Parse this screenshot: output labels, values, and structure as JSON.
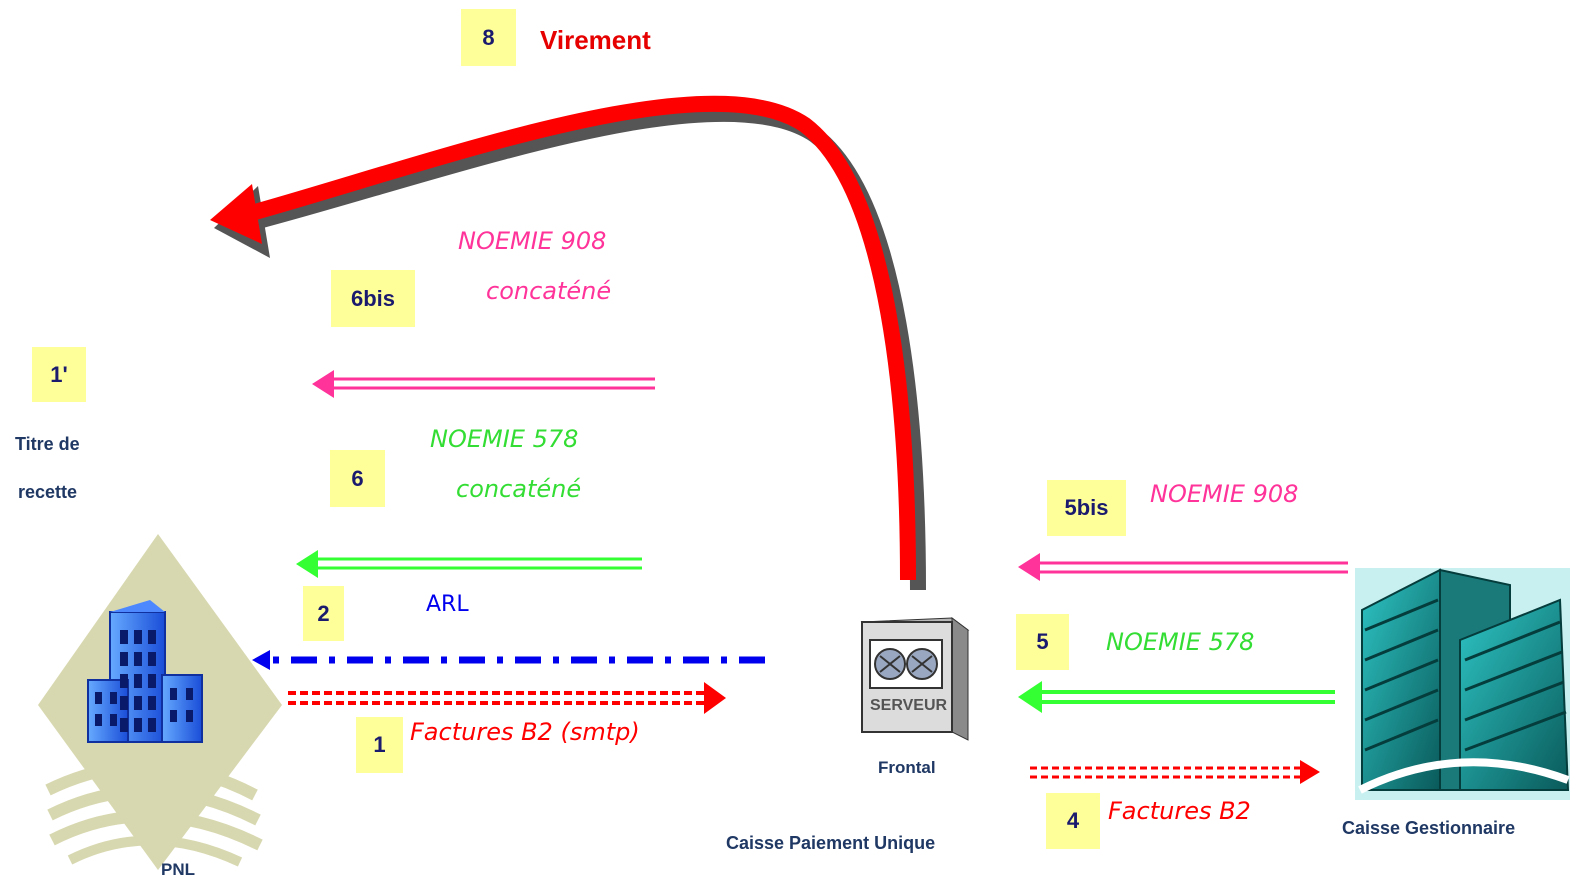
{
  "colors": {
    "badge_bg": "#ffff99",
    "badge_text": "#1a1a6e",
    "pink": "#ff3399",
    "green": "#33ff33",
    "blue": "#0000ee",
    "red": "#ff0000",
    "label_dark": "#1f3864"
  },
  "badges": {
    "b8": "8",
    "b6bis": "6bis",
    "b1prime": "1'",
    "b6": "6",
    "b5bis": "5bis",
    "b2": "2",
    "b5": "5",
    "b1": "1",
    "b4": "4"
  },
  "labels": {
    "virement": "Virement",
    "noemie908_left": "NOEMIE 908",
    "concatene_pink": "concaténé",
    "noemie578_left": "NOEMIE 578",
    "concatene_green": "concaténé",
    "arl": "ARL",
    "factures_b2_smtp": "Factures B2 (smtp)",
    "noemie908_right": "NOEMIE 908",
    "noemie578_right": "NOEMIE 578",
    "factures_b2": "Factures B2",
    "titre_de": "Titre de",
    "recette": "recette",
    "frontal": "Frontal",
    "caisse_paiement_unique": "Caisse Paiement Unique",
    "caisse_gestionnaire": "Caisse Gestionnaire",
    "pnl": "PNL",
    "serveur": "SERVEUR"
  },
  "icons": {
    "pnl_building": "building-icon",
    "server": "server-icon",
    "cg_building": "office-building-icon"
  }
}
